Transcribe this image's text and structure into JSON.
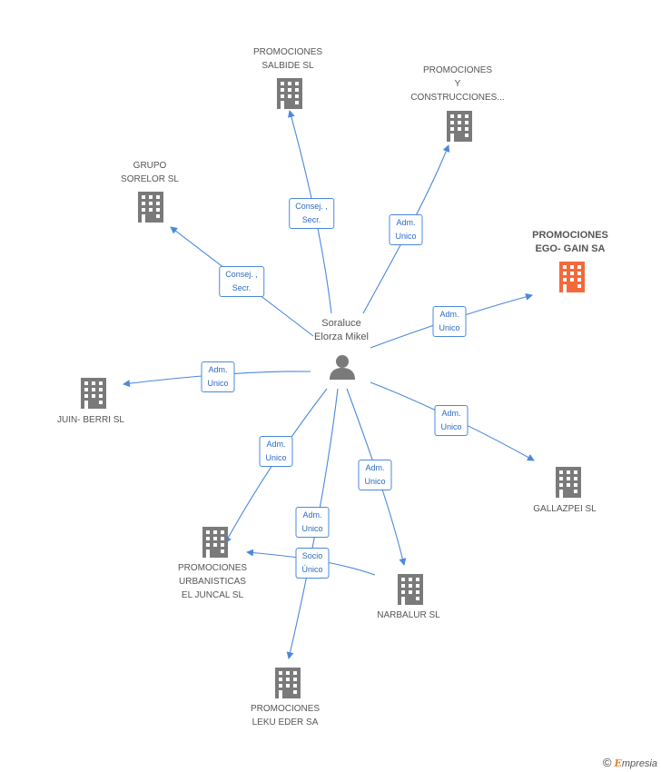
{
  "center": {
    "name_lines": [
      "Soraluce",
      "Elorza Mikel"
    ],
    "icon": "person-icon"
  },
  "companies": [
    {
      "id": "salbide",
      "lines": [
        "PROMOCIONES",
        "SALBIDE SL"
      ],
      "highlight": false
    },
    {
      "id": "promo-y-const",
      "lines": [
        "PROMOCIONES",
        "Y",
        "CONSTRUCCIONES..."
      ],
      "highlight": false
    },
    {
      "id": "sorelor",
      "lines": [
        "GRUPO",
        "SORELOR SL"
      ],
      "highlight": false
    },
    {
      "id": "egogain",
      "lines": [
        "PROMOCIONES",
        "EGO- GAIN SA"
      ],
      "highlight": true
    },
    {
      "id": "juinberri",
      "lines": [
        "JUIN- BERRI SL"
      ],
      "highlight": false
    },
    {
      "id": "gallazpei",
      "lines": [
        "GALLAZPEI SL"
      ],
      "highlight": false
    },
    {
      "id": "urbanisticas",
      "lines": [
        "PROMOCIONES",
        "URBANISTICAS",
        "EL JUNCAL SL"
      ],
      "highlight": false
    },
    {
      "id": "narbalur",
      "lines": [
        "NARBALUR SL"
      ],
      "highlight": false
    },
    {
      "id": "lekueder",
      "lines": [
        "PROMOCIONES",
        "LEKU EDER SA"
      ],
      "highlight": false
    }
  ],
  "edges": [
    {
      "id": "e-salbide",
      "lines": [
        "Consej. ,",
        "Secr."
      ]
    },
    {
      "id": "e-promoyconst",
      "lines": [
        "Adm.",
        "Unico"
      ]
    },
    {
      "id": "e-sorelor",
      "lines": [
        "Consej. ,",
        "Secr."
      ]
    },
    {
      "id": "e-egogain",
      "lines": [
        "Adm.",
        "Unico"
      ]
    },
    {
      "id": "e-juinberri",
      "lines": [
        "Adm.",
        "Unico"
      ]
    },
    {
      "id": "e-gallazpei",
      "lines": [
        "Adm.",
        "Unico"
      ]
    },
    {
      "id": "e-urbanisticas",
      "lines": [
        "Adm.",
        "Unico"
      ]
    },
    {
      "id": "e-lekueder",
      "lines": [
        "Adm.",
        "Unico"
      ]
    },
    {
      "id": "e-narbalur",
      "lines": [
        "Adm.",
        "Unico"
      ]
    },
    {
      "id": "e-narbalur-urb",
      "lines": [
        "Socio",
        "Único"
      ]
    }
  ],
  "colors": {
    "edge": "#4a89dc",
    "building": "#7a7a7a",
    "building_highlight": "#f26a3c",
    "person": "#7a7a7a"
  },
  "footer": {
    "copyright": "©",
    "brand_first": "E",
    "brand_rest": "mpresia"
  }
}
